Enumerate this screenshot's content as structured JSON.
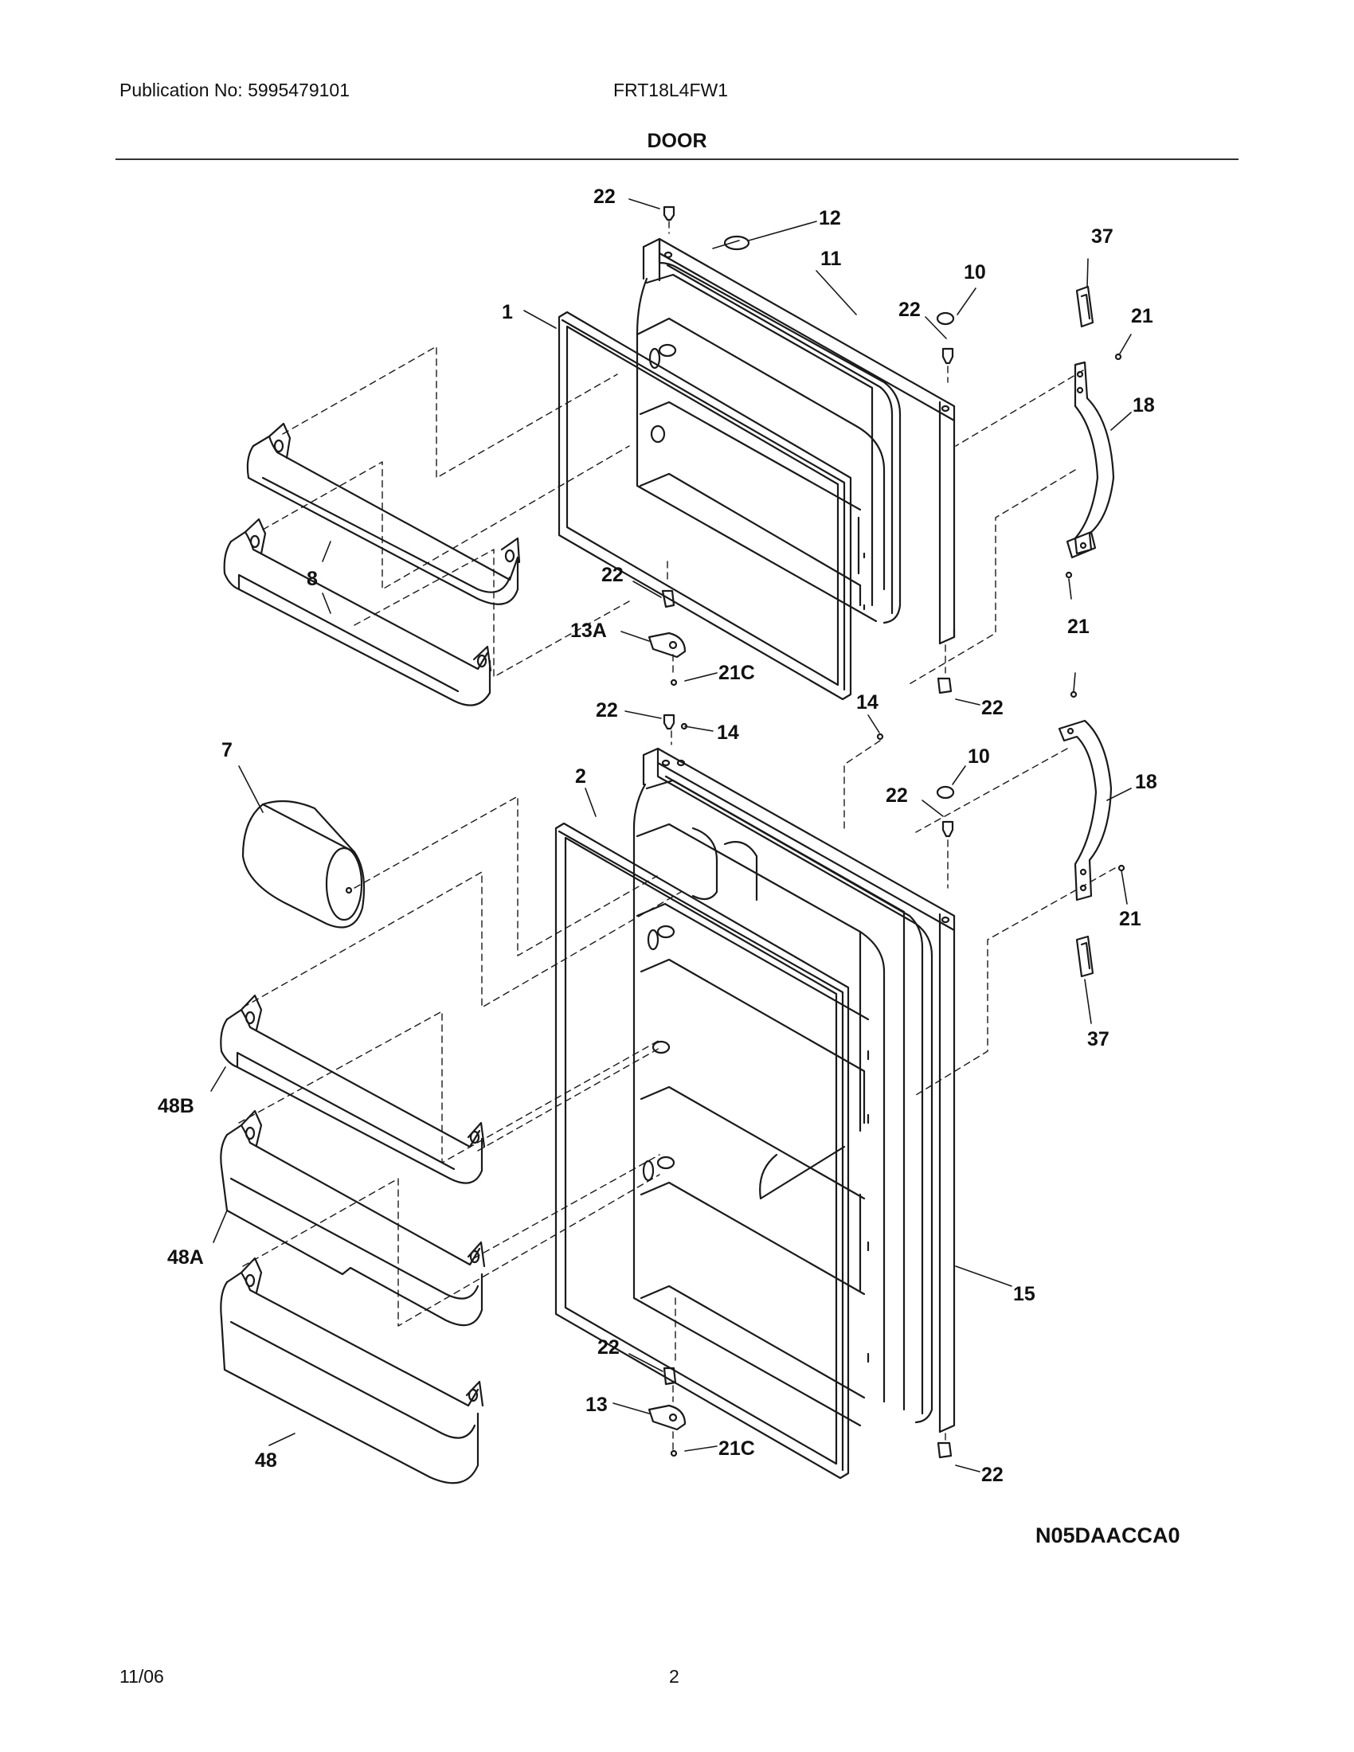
{
  "header": {
    "publication": "Publication No: 5995479101",
    "model": "FRT18L4FW1",
    "title": "DOOR"
  },
  "labels": {
    "l1": "1",
    "l2": "2",
    "l7": "7",
    "l8": "8",
    "l10a": "10",
    "l10b": "10",
    "l11": "11",
    "l12": "12",
    "l13": "13",
    "l13a": "13A",
    "l14a": "14",
    "l14b": "14",
    "l15": "15",
    "l18a": "18",
    "l18b": "18",
    "l21a": "21",
    "l21b": "21",
    "l21c": "21",
    "l21c1": "21C",
    "l21c2": "21C",
    "l22a": "22",
    "l22b": "22",
    "l22c": "22",
    "l22d": "22",
    "l22e": "22",
    "l22f": "22",
    "l22g": "22",
    "l22h": "22",
    "l37a": "37",
    "l37b": "37",
    "l48": "48",
    "l48a": "48A",
    "l48b": "48B"
  },
  "diagram_code": "N05DAACCA0",
  "footer": {
    "date": "11/06",
    "page": "2"
  }
}
